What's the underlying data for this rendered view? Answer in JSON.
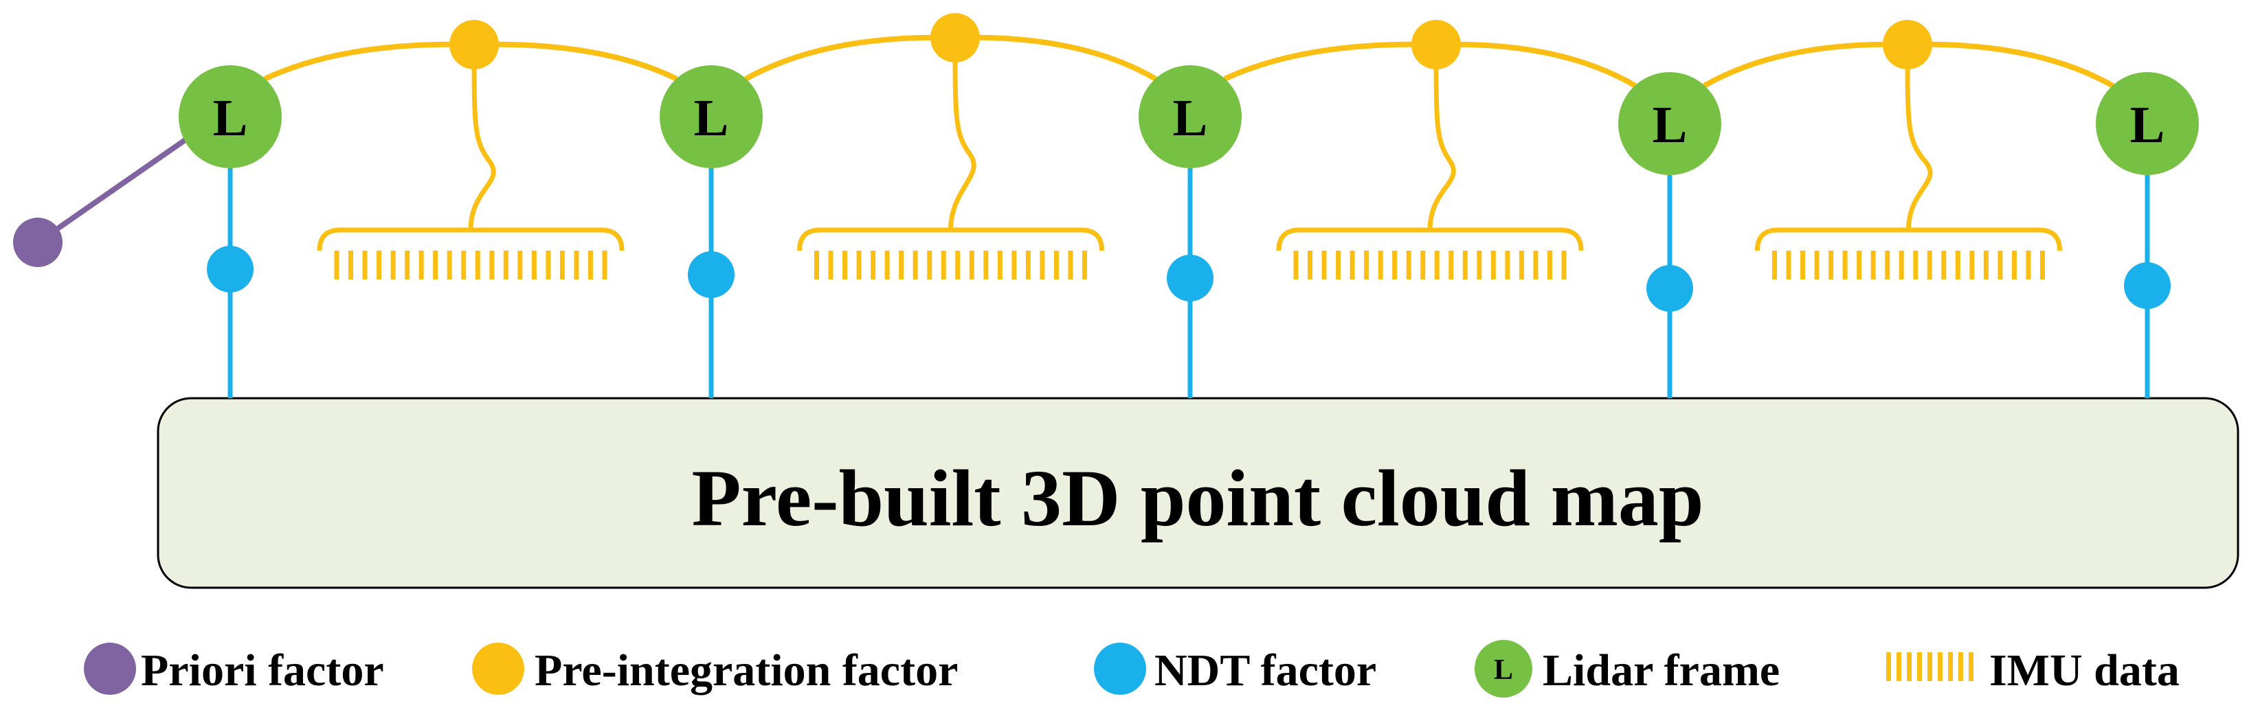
{
  "colors": {
    "priori": "#8064a2",
    "preintegration": "#fbbf14",
    "ndt": "#1ab0ec",
    "lidar": "#76c043",
    "imu": "#fbbf14",
    "map_fill": "#ebf1de",
    "map_stroke": "#000000"
  },
  "map": {
    "label": "Pre-built 3D point cloud map"
  },
  "lidar_frames": [
    {
      "label": "L"
    },
    {
      "label": "L"
    },
    {
      "label": "L"
    },
    {
      "label": "L"
    },
    {
      "label": "L"
    }
  ],
  "legend": {
    "items": [
      {
        "key": "priori",
        "label": "Priori factor"
      },
      {
        "key": "preintegration",
        "label": "Pre-integration factor"
      },
      {
        "key": "ndt",
        "label": "NDT factor"
      },
      {
        "key": "lidar",
        "label": "Lidar frame",
        "symbol_text": "L"
      },
      {
        "key": "imu",
        "label": "IMU data"
      }
    ]
  }
}
